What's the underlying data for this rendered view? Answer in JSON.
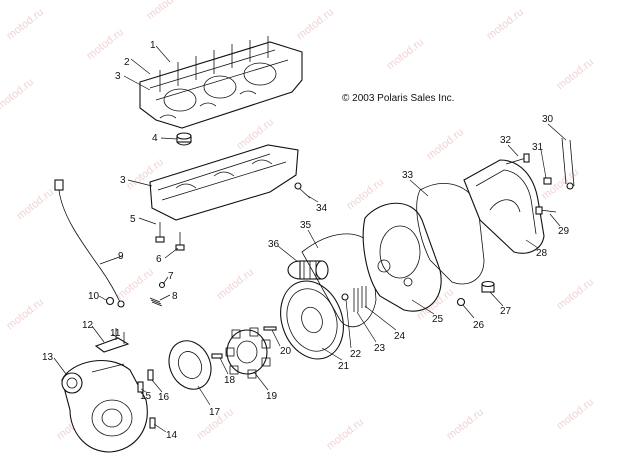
{
  "copyright": "© 2003 Polaris Sales Inc.",
  "watermark": "motod.ru",
  "callouts": [
    "1",
    "2",
    "3",
    "4",
    "3",
    "5",
    "6",
    "7",
    "8",
    "9",
    "10",
    "11",
    "12",
    "13",
    "14",
    "15",
    "16",
    "17",
    "18",
    "19",
    "20",
    "21",
    "22",
    "23",
    "24",
    "25",
    "26",
    "27",
    "28",
    "29",
    "30",
    "31",
    "32",
    "33",
    "34",
    "35",
    "36"
  ]
}
